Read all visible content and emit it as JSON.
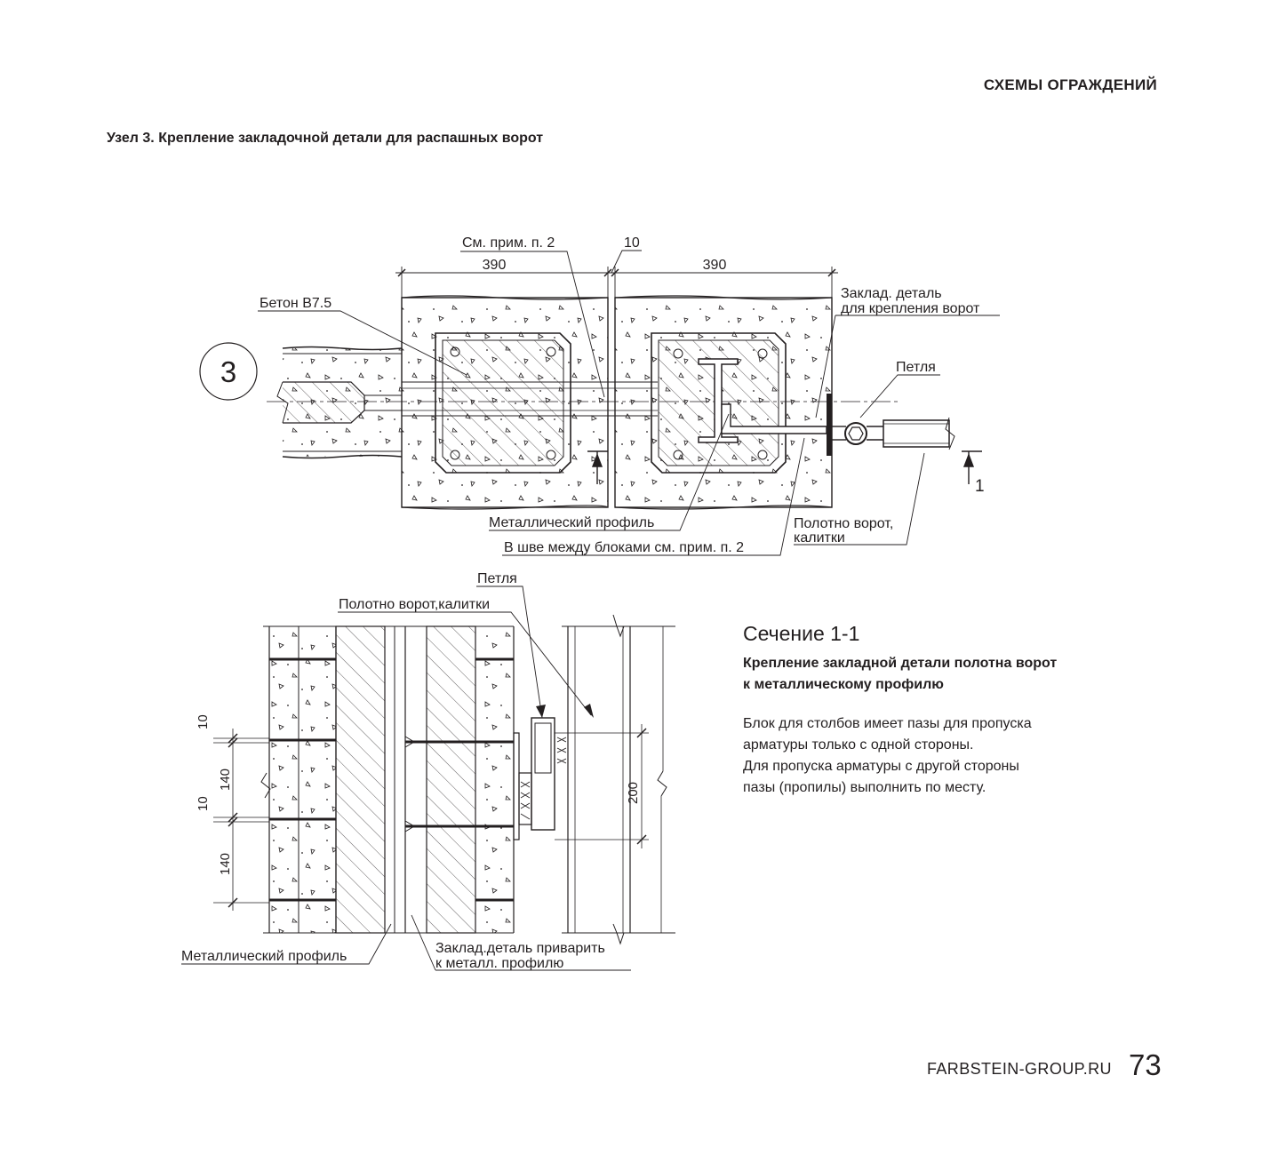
{
  "header": {
    "section": "СХЕМЫ ОГРАЖДЕНИЙ",
    "node_title": "Узел 3. Крепление закладочной детали для распашных ворот"
  },
  "plan": {
    "node_marker": "3",
    "section_mark": "1",
    "dim_left": "390",
    "dim_right": "390",
    "dim_joint": "10",
    "labels": {
      "see_note": "См. прим. п. 2",
      "concrete": "Бетон В7.5",
      "embedded_1": "Заклад. деталь",
      "embedded_2": "для крепления ворот",
      "hinge": "Петля",
      "metal_profile": "Металлический профиль",
      "joint": "В шве между блоками см. прим. п. 2",
      "leaf_1": "Полотно ворот,",
      "leaf_2": "калитки"
    }
  },
  "section_view": {
    "title": "Сечение 1-1",
    "subtitle_lines": [
      "Крепление закладной детали полотна ворот",
      "к металлическому профилю"
    ],
    "notes": [
      "Блок для столбов имеет пазы для пропуска",
      "арматуры только с одной стороны.",
      "Для пропуска арматуры с другой стороны",
      "пазы (пропилы) выполнить по месту."
    ],
    "labels": {
      "hinge": "Петля",
      "leaf": "Полотно ворот,калитки",
      "metal_profile": "Металлический профиль",
      "weld_1": "Заклад.деталь приварить",
      "weld_2": "к металл.  профилю"
    },
    "dims": {
      "d10_top": "10",
      "d140_top": "140",
      "d10_bottom": "10",
      "d140_bottom": "140",
      "d200": "200"
    }
  },
  "footer": {
    "site": "FARBSTEIN-GROUP.RU",
    "page": "73"
  }
}
